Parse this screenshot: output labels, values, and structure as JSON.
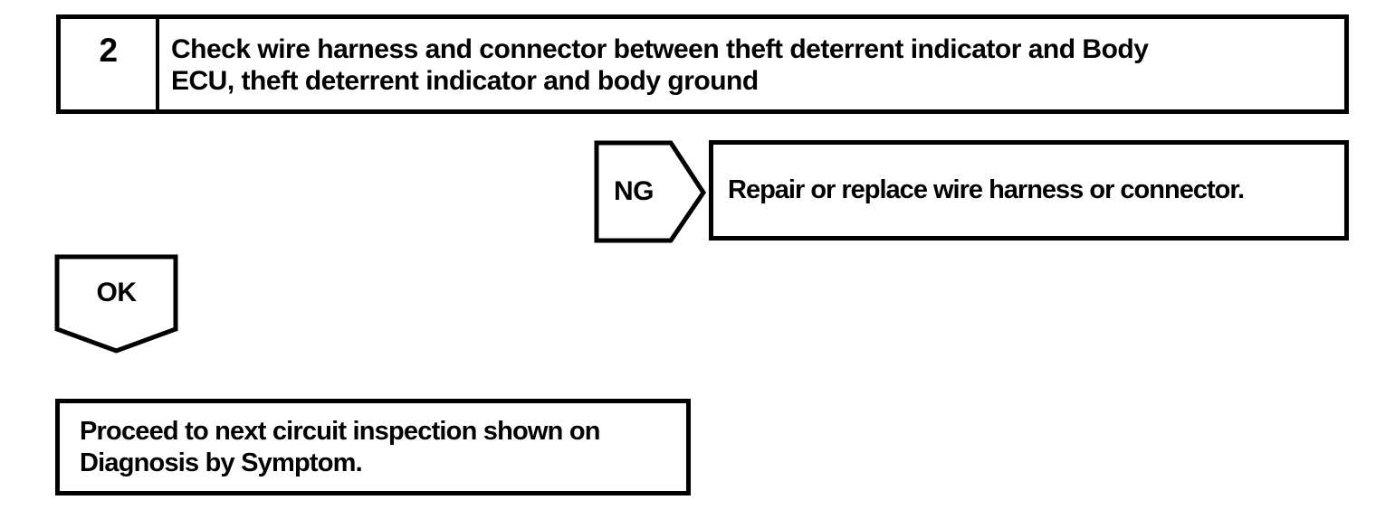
{
  "colors": {
    "ink": "#000000",
    "paper": "#ffffff"
  },
  "step_box": {
    "number": "2",
    "instruction_lines": [
      "Check wire harness and connector between theft deterrent indicator and Body",
      "ECU, theft deterrent indicator and body ground"
    ]
  },
  "ng_branch": {
    "label": "NG",
    "action": "Repair or replace wire harness or connector."
  },
  "ok_branch": {
    "label": "OK",
    "action_lines": [
      "Proceed to next circuit inspection shown on",
      "Diagnosis by Symptom."
    ]
  }
}
